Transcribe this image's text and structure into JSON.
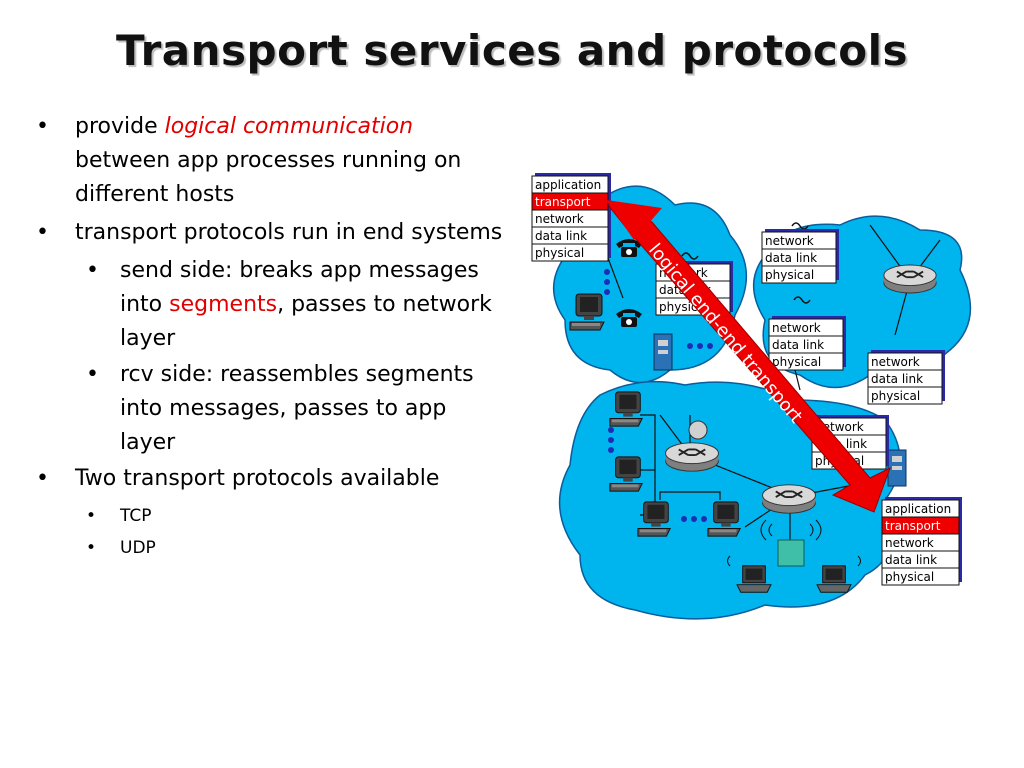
{
  "title": "Transport services and protocols",
  "bullets": {
    "b1_prefix": "provide ",
    "b1_highlight": "logical communication",
    "b1_suffix": " between app processes running on different hosts",
    "b2": "transport protocols run in end systems",
    "b2_sub1": "send side: breaks app messages into ",
    "b2_sub1_highlight": "segments",
    "b2_sub1_suffix": ", passes to  network layer",
    "b2_sub2": "rcv side: reassembles segments into messages, passes to app layer",
    "b3": "Two transport protocols available",
    "b3_sub1": "TCP",
    "b3_sub2": "UDP"
  },
  "diagram": {
    "arrow_label": "logical end-end transport",
    "end_stack": [
      "application",
      "transport",
      "network",
      "data link",
      "physical"
    ],
    "router_stack": [
      "network",
      "data link",
      "physical"
    ],
    "colors": {
      "cloud": "#00b4ee",
      "cloud_border": "#0a5c9a",
      "highlight": "#ee0000",
      "stack_shadow": "#2a2aa8"
    }
  }
}
